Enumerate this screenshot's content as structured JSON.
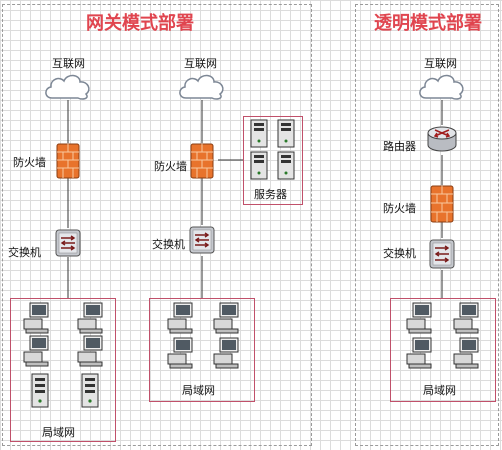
{
  "gateway": {
    "title": "网关模式部署",
    "left": {
      "internet": "互联网",
      "firewall": "防火墙",
      "switch": "交换机",
      "lan": "局域网"
    },
    "right": {
      "internet": "互联网",
      "firewall": "防火墙",
      "switch": "交换机",
      "server": "服务器",
      "lan": "局域网"
    }
  },
  "transparent": {
    "title": "透明模式部署",
    "internet": "互联网",
    "router": "路由器",
    "firewall": "防火墙",
    "switch": "交换机",
    "lan": "局域网"
  },
  "icons": {
    "cloud": "cloud-icon",
    "firewall": "firewall-icon",
    "switch": "switch-icon",
    "router": "router-icon",
    "computer": "computer-icon",
    "server": "server-icon"
  },
  "colors": {
    "title": "#e0454f",
    "box_border": "#c0506a",
    "firewall": "#e8732c"
  }
}
